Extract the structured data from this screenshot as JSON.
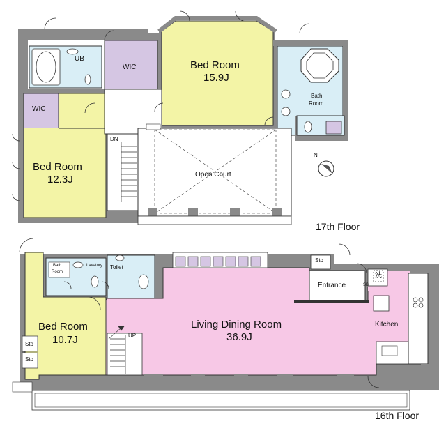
{
  "colors": {
    "wall": "#8a8a8a",
    "bedroom": "#f3f4a6",
    "wic": "#d5c6e3",
    "bath": "#d9eef6",
    "living": "#f7c8e6",
    "floor_white": "#ffffff",
    "line": "#333333"
  },
  "floor17": {
    "label": "17th Floor",
    "bedroom_large": {
      "name": "Bed Room",
      "size": "15.9J"
    },
    "bedroom_left": {
      "name": "Bed Room",
      "size": "12.3J"
    },
    "wic_top": "WIC",
    "wic_left": "WIC",
    "ub": "UB",
    "bath_room": {
      "line1": "Bath",
      "line2": "Room"
    },
    "dn": "DN",
    "open_court": "Open Court"
  },
  "floor16": {
    "label": "16th Floor",
    "bedroom": {
      "name": "Bed Room",
      "size": "10.7J"
    },
    "living": {
      "name": "Living Dining Room",
      "size": "36.9J"
    },
    "bath_room": {
      "line1": "Bath",
      "line2": "Room"
    },
    "lavatory": "Lavatory",
    "toilet": "Toilet",
    "sto_entrance": "Sto",
    "entrance": "Entrance",
    "sb": "SB",
    "wash": "洗",
    "kitchen": "Kitchen",
    "up": "UP",
    "sto_1": "Sto",
    "sto_2": "Sto"
  },
  "compass": {
    "letter": "N",
    "icon": "north-arrow-icon"
  }
}
